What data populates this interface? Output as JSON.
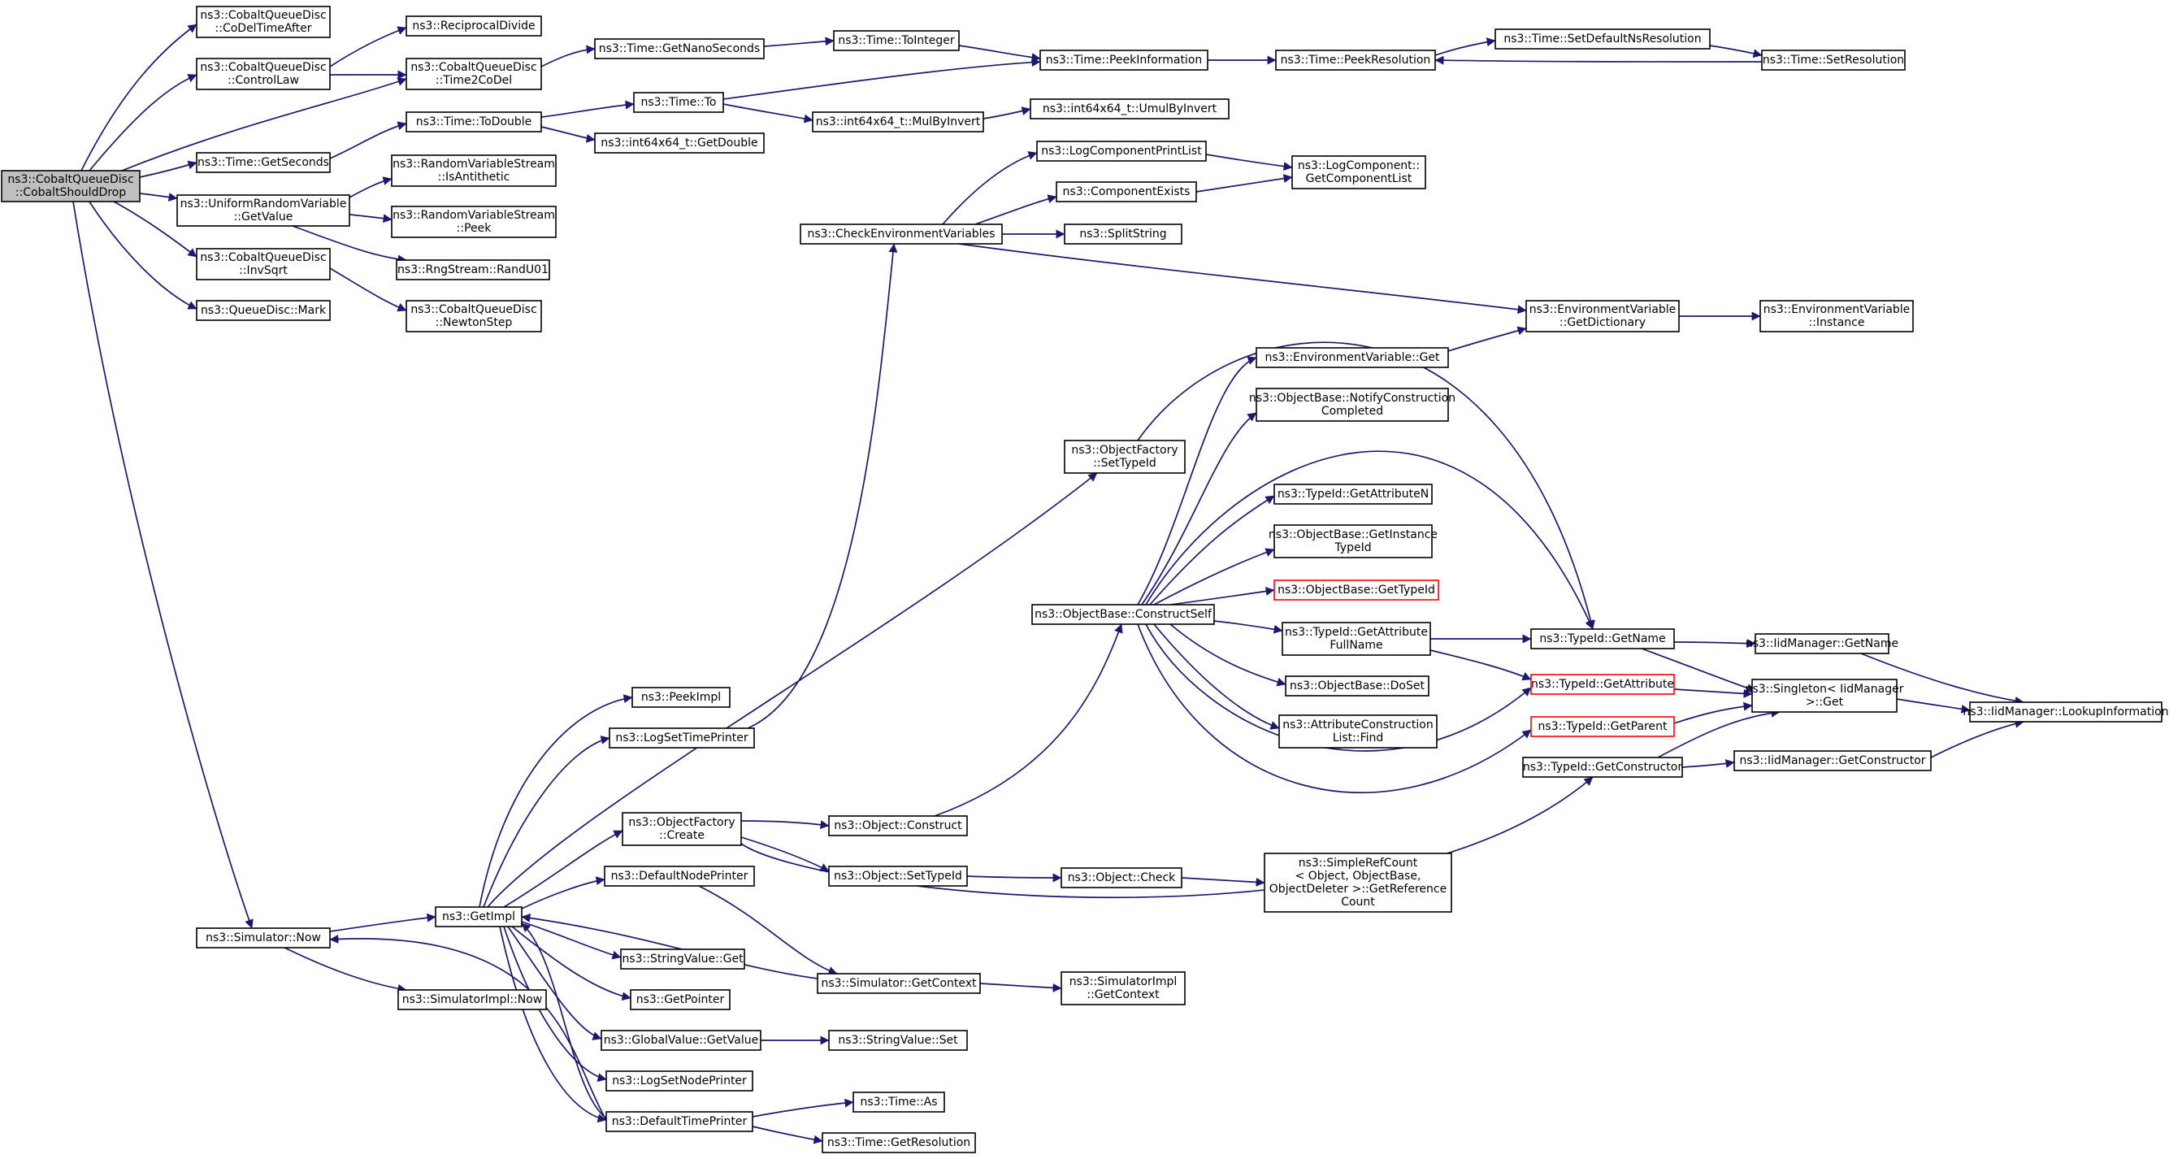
{
  "graph": {
    "title": "ns3::CobaltQueueDisc::CobaltShouldDrop call graph",
    "colors": {
      "edge": "#191970",
      "root_fill": "#bfbfbf",
      "node_border": "#000000",
      "truncated_border": "#ff0000"
    },
    "nodes": [
      {
        "id": "root",
        "lines": [
          "ns3::CobaltQueueDisc",
          "::CobaltShouldDrop"
        ],
        "root": true
      },
      {
        "id": "codelTimeAfter",
        "lines": [
          "ns3::CobaltQueueDisc",
          "::CoDelTimeAfter"
        ]
      },
      {
        "id": "controlLaw",
        "lines": [
          "ns3::CobaltQueueDisc",
          "::ControlLaw"
        ]
      },
      {
        "id": "getSeconds",
        "lines": [
          "ns3::Time::GetSeconds"
        ]
      },
      {
        "id": "urvGetValue",
        "lines": [
          "ns3::UniformRandomVariable",
          "::GetValue"
        ]
      },
      {
        "id": "invSqrt",
        "lines": [
          "ns3::CobaltQueueDisc",
          "::InvSqrt"
        ]
      },
      {
        "id": "mark",
        "lines": [
          "ns3::QueueDisc::Mark"
        ]
      },
      {
        "id": "simNow",
        "lines": [
          "ns3::Simulator::Now"
        ]
      },
      {
        "id": "reciprocalDivide",
        "lines": [
          "ns3::ReciprocalDivide"
        ]
      },
      {
        "id": "time2CoDel",
        "lines": [
          "ns3::CobaltQueueDisc",
          "::Time2CoDel"
        ]
      },
      {
        "id": "toDouble",
        "lines": [
          "ns3::Time::ToDouble"
        ]
      },
      {
        "id": "isAntithetic",
        "lines": [
          "ns3::RandomVariableStream",
          "::IsAntithetic"
        ]
      },
      {
        "id": "rvsPeek",
        "lines": [
          "ns3::RandomVariableStream",
          "::Peek"
        ]
      },
      {
        "id": "randU01",
        "lines": [
          "ns3::RngStream::RandU01"
        ]
      },
      {
        "id": "newtonStep",
        "lines": [
          "ns3::CobaltQueueDisc",
          "::NewtonStep"
        ]
      },
      {
        "id": "getNanoSeconds",
        "lines": [
          "ns3::Time::GetNanoSeconds"
        ]
      },
      {
        "id": "timeTo",
        "lines": [
          "ns3::Time::To"
        ]
      },
      {
        "id": "getDouble",
        "lines": [
          "ns3::int64x64_t::GetDouble"
        ]
      },
      {
        "id": "toInteger",
        "lines": [
          "ns3::Time::ToInteger"
        ]
      },
      {
        "id": "mulByInvert",
        "lines": [
          "ns3::int64x64_t::MulByInvert"
        ]
      },
      {
        "id": "umulByInvert",
        "lines": [
          "ns3::int64x64_t::UmulByInvert"
        ]
      },
      {
        "id": "peekInformation",
        "lines": [
          "ns3::Time::PeekInformation"
        ]
      },
      {
        "id": "peekResolution",
        "lines": [
          "ns3::Time::PeekResolution"
        ]
      },
      {
        "id": "setDefaultNsRes",
        "lines": [
          "ns3::Time::SetDefaultNsResolution"
        ]
      },
      {
        "id": "setResolution",
        "lines": [
          "ns3::Time::SetResolution"
        ]
      },
      {
        "id": "checkEnvVars",
        "lines": [
          "ns3::CheckEnvironmentVariables"
        ]
      },
      {
        "id": "logComponentPrintList",
        "lines": [
          "ns3::LogComponentPrintList"
        ]
      },
      {
        "id": "componentExists",
        "lines": [
          "ns3::ComponentExists"
        ]
      },
      {
        "id": "splitString",
        "lines": [
          "ns3::SplitString"
        ]
      },
      {
        "id": "getComponentList",
        "lines": [
          "ns3::LogComponent::",
          "GetComponentList"
        ]
      },
      {
        "id": "envGetDictionary",
        "lines": [
          "ns3::EnvironmentVariable",
          "::GetDictionary"
        ]
      },
      {
        "id": "envInstance",
        "lines": [
          "ns3::EnvironmentVariable",
          "::Instance"
        ]
      },
      {
        "id": "envGet",
        "lines": [
          "ns3::EnvironmentVariable::Get"
        ]
      },
      {
        "id": "notifyConstruction",
        "lines": [
          "ns3::ObjectBase::NotifyConstruction",
          "Completed"
        ]
      },
      {
        "id": "ofSetTypeId",
        "lines": [
          "ns3::ObjectFactory",
          "::SetTypeId"
        ]
      },
      {
        "id": "getAttributeN",
        "lines": [
          "ns3::TypeId::GetAttributeN"
        ]
      },
      {
        "id": "getInstanceTypeId",
        "lines": [
          "ns3::ObjectBase::GetInstance",
          "TypeId"
        ]
      },
      {
        "id": "obGetTypeId",
        "lines": [
          "ns3::ObjectBase::GetTypeId"
        ],
        "red": true
      },
      {
        "id": "constructSelf",
        "lines": [
          "ns3::ObjectBase::ConstructSelf"
        ]
      },
      {
        "id": "getAttributeFullName",
        "lines": [
          "ns3::TypeId::GetAttribute",
          "FullName"
        ]
      },
      {
        "id": "tidGetName",
        "lines": [
          "ns3::TypeId::GetName"
        ]
      },
      {
        "id": "iidGetName",
        "lines": [
          "ns3::IidManager::GetName"
        ]
      },
      {
        "id": "obDoSet",
        "lines": [
          "ns3::ObjectBase::DoSet"
        ]
      },
      {
        "id": "tidGetAttribute",
        "lines": [
          "ns3::TypeId::GetAttribute"
        ],
        "red": true
      },
      {
        "id": "singletonGet",
        "lines": [
          "ns3::Singleton< IidManager",
          ">::Get"
        ]
      },
      {
        "id": "lookupInfo",
        "lines": [
          "ns3::IidManager::LookupInformation"
        ]
      },
      {
        "id": "attrConstructionFind",
        "lines": [
          "ns3::AttributeConstruction",
          "List::Find"
        ]
      },
      {
        "id": "tidGetParent",
        "lines": [
          "ns3::TypeId::GetParent"
        ],
        "red": true
      },
      {
        "id": "tidGetConstructor",
        "lines": [
          "ns3::TypeId::GetConstructor"
        ]
      },
      {
        "id": "iidGetConstructor",
        "lines": [
          "ns3::IidManager::GetConstructor"
        ]
      },
      {
        "id": "peekImpl",
        "lines": [
          "ns3::PeekImpl"
        ]
      },
      {
        "id": "logSetTimePrinter",
        "lines": [
          "ns3::LogSetTimePrinter"
        ]
      },
      {
        "id": "ofCreate",
        "lines": [
          "ns3::ObjectFactory",
          "::Create"
        ]
      },
      {
        "id": "objConstruct",
        "lines": [
          "ns3::Object::Construct"
        ]
      },
      {
        "id": "objSetTypeId",
        "lines": [
          "ns3::Object::SetTypeId"
        ]
      },
      {
        "id": "objCheck",
        "lines": [
          "ns3::Object::Check"
        ]
      },
      {
        "id": "getReferenceCount",
        "lines": [
          "ns3::SimpleRefCount",
          "< Object, ObjectBase,",
          "ObjectDeleter >::GetReference",
          "Count"
        ]
      },
      {
        "id": "defaultNodePrinter",
        "lines": [
          "ns3::DefaultNodePrinter"
        ]
      },
      {
        "id": "getImpl",
        "lines": [
          "ns3::GetImpl"
        ]
      },
      {
        "id": "simImplNow",
        "lines": [
          "ns3::SimulatorImpl::Now"
        ]
      },
      {
        "id": "stringValueGet",
        "lines": [
          "ns3::StringValue::Get"
        ]
      },
      {
        "id": "simGetContext",
        "lines": [
          "ns3::Simulator::GetContext"
        ]
      },
      {
        "id": "simImplGetContext",
        "lines": [
          "ns3::SimulatorImpl",
          "::GetContext"
        ]
      },
      {
        "id": "getPointer",
        "lines": [
          "ns3::GetPointer"
        ]
      },
      {
        "id": "globalValueGetValue",
        "lines": [
          "ns3::GlobalValue::GetValue"
        ]
      },
      {
        "id": "stringValueSet",
        "lines": [
          "ns3::StringValue::Set"
        ]
      },
      {
        "id": "logSetNodePrinter",
        "lines": [
          "ns3::LogSetNodePrinter"
        ]
      },
      {
        "id": "defaultTimePrinter",
        "lines": [
          "ns3::DefaultTimePrinter"
        ]
      },
      {
        "id": "timeAs",
        "lines": [
          "ns3::Time::As"
        ]
      },
      {
        "id": "timeGetResolution",
        "lines": [
          "ns3::Time::GetResolution"
        ]
      }
    ]
  }
}
